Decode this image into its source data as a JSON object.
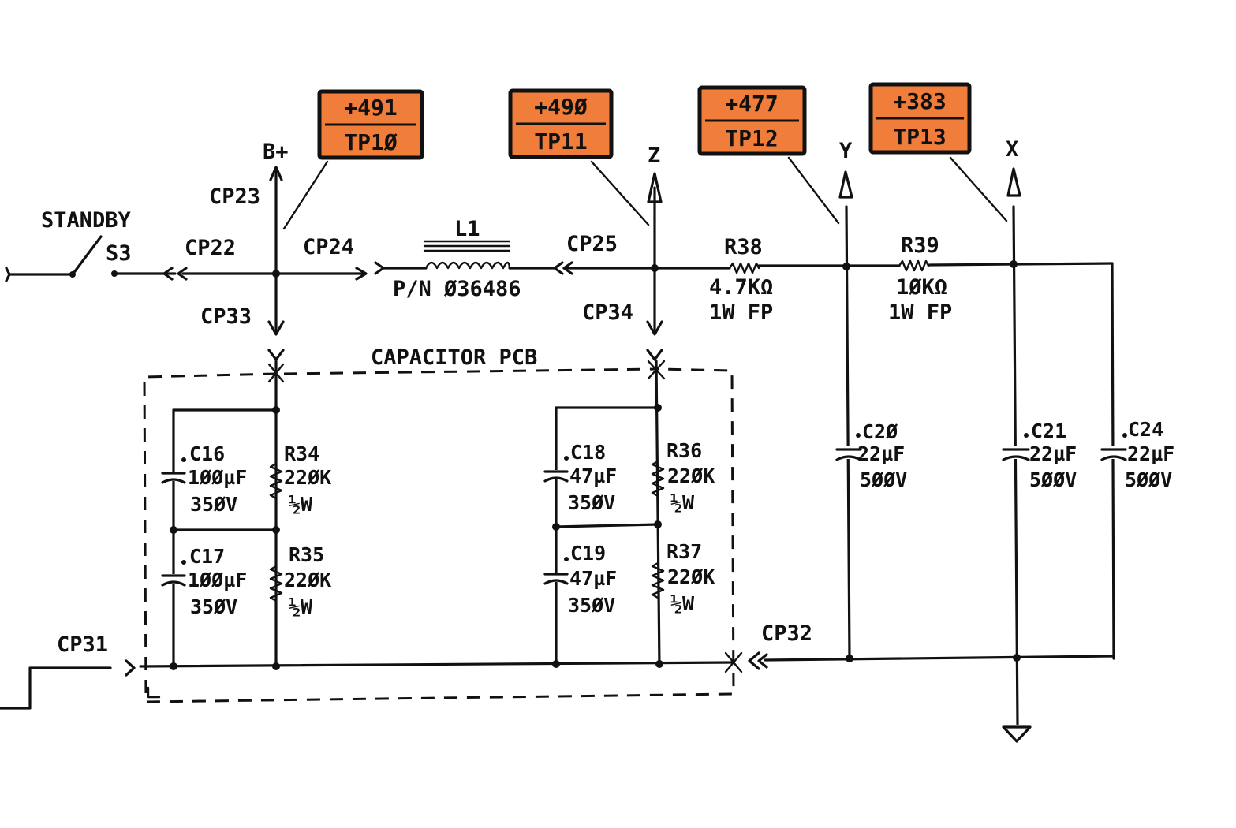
{
  "colors": {
    "testpoint_fill": "#f07d3a",
    "ink": "#111111",
    "paper": "#ffffff"
  },
  "switch": {
    "title": "STANDBY",
    "ref": "S3"
  },
  "nets": {
    "bplus": "B+",
    "z": "Z",
    "y": "Y",
    "x": "X"
  },
  "connectors": {
    "cp22": "CP22",
    "cp23": "CP23",
    "cp24": "CP24",
    "cp25": "CP25",
    "cp31": "CP31",
    "cp32": "CP32",
    "cp33": "CP33",
    "cp34": "CP34"
  },
  "inductor": {
    "ref": "L1",
    "part": "P/N Ø36486"
  },
  "pcb": {
    "title": "CAPACITOR PCB"
  },
  "test_points": [
    {
      "id": "TP1Ø",
      "voltage": "+491"
    },
    {
      "id": "TP11",
      "voltage": "+49Ø"
    },
    {
      "id": "TP12",
      "voltage": "+477"
    },
    {
      "id": "TP13",
      "voltage": "+383"
    }
  ],
  "resistors": {
    "r38": {
      "ref": "R38",
      "value": "4.7KΩ",
      "rating": "1W FP"
    },
    "r39": {
      "ref": "R39",
      "value": "1ØKΩ",
      "rating": "1W FP"
    },
    "r34": {
      "ref": "R34",
      "value": "22ØK",
      "rating": "½W"
    },
    "r35": {
      "ref": "R35",
      "value": "22ØK",
      "rating": "½W"
    },
    "r36": {
      "ref": "R36",
      "value": "22ØK",
      "rating": "½W"
    },
    "r37": {
      "ref": "R37",
      "value": "22ØK",
      "rating": "½W"
    }
  },
  "capacitors": {
    "c16": {
      "ref": "C16",
      "value": "1ØØµF",
      "voltage": "35ØV"
    },
    "c17": {
      "ref": "C17",
      "value": "1ØØµF",
      "voltage": "35ØV"
    },
    "c18": {
      "ref": "C18",
      "value": "47µF",
      "voltage": "35ØV"
    },
    "c19": {
      "ref": "C19",
      "value": "47µF",
      "voltage": "35ØV"
    },
    "c20": {
      "ref": "C2Ø",
      "value": "22µF",
      "voltage": "5ØØV"
    },
    "c21": {
      "ref": "C21",
      "value": "22µF",
      "voltage": "5ØØV"
    },
    "c24": {
      "ref": "C24",
      "value": "22µF",
      "voltage": "5ØØV"
    }
  }
}
